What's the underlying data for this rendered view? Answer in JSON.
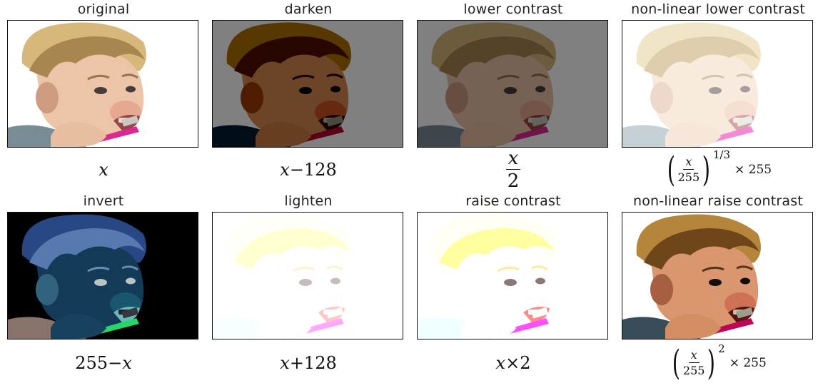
{
  "panels": [
    {
      "title": "original",
      "filter": "none",
      "bg": "#ffffff",
      "formula": {
        "kind": "plain",
        "text": "x"
      }
    },
    {
      "title": "darken",
      "filter": "darken",
      "bg": "#808080",
      "formula": {
        "kind": "binop",
        "var": "x",
        "op": " − ",
        "num": "128"
      }
    },
    {
      "title": "lower contrast",
      "filter": "lower",
      "bg": "#808080",
      "formula": {
        "kind": "fraction",
        "num": "x",
        "den": "2"
      }
    },
    {
      "title": "non-linear lower contrast",
      "filter": "nllower",
      "bg": "#ffffff",
      "formula": {
        "kind": "power",
        "num": "x",
        "den": "255",
        "exp": "1/3",
        "tail": "× 255"
      }
    },
    {
      "title": "invert",
      "filter": "invert",
      "bg": "#000000",
      "formula": {
        "kind": "binop_rev",
        "num": "255",
        "op": " − ",
        "var": "x"
      }
    },
    {
      "title": "lighten",
      "filter": "lighten",
      "bg": "#ffffff",
      "formula": {
        "kind": "binop",
        "var": "x",
        "op": " + ",
        "num": "128"
      }
    },
    {
      "title": "raise contrast",
      "filter": "raise",
      "bg": "#ffffff",
      "formula": {
        "kind": "binop",
        "var": "x",
        "op": " × ",
        "num": "2"
      }
    },
    {
      "title": "non-linear raise contrast",
      "filter": "nlraise",
      "bg": "#ffffff",
      "formula": {
        "kind": "power",
        "num": "x",
        "den": "255",
        "exp": "2",
        "tail": "× 255"
      }
    }
  ]
}
